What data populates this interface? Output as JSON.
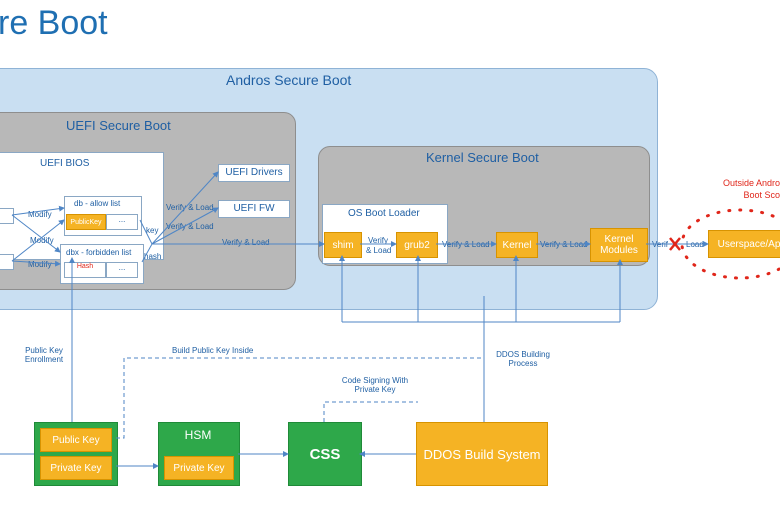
{
  "title": "re Boot",
  "andros": {
    "title": "Andros Secure Boot"
  },
  "uefi": {
    "title": "UEFI Secure Boot",
    "bios": "UEFI BIOS",
    "db_allow": "db - allow list",
    "public_key_small": "PublicKey",
    "ellipsis": "...",
    "dbx_forbidden": "dbx - forbidden list",
    "hash": "Hash",
    "modify": "Modify",
    "key": "key",
    "hash_label": "hash",
    "drivers": "UEFI Drivers",
    "fw": "UEFI FW",
    "verify_load": "Verify & Load"
  },
  "kernel": {
    "title": "Kernel Secure Boot",
    "os_loader": "OS Boot Loader",
    "shim": "shim",
    "grub2": "grub2",
    "kernel": "Kernel",
    "modules": "Kernel Modules",
    "verify_load": "Verify & Load",
    "verify_amp": "Verify",
    "amp_load": "& Load",
    "verif_cut": "Verif",
    "load_cut": "Load"
  },
  "outside": {
    "line1": "Outside Andro",
    "line2": "Boot Sco",
    "userspace": "Userspace/Ap"
  },
  "bottom": {
    "public_key_enrollment": "Public Key Enrollment",
    "build_public_key": "Build Public Key Inside",
    "ddos_process": "DDOS Building Process",
    "code_signing": "Code Signing With Private Key",
    "public_key": "Public Key",
    "private_key": "Private Key",
    "hsm": "HSM",
    "hsm_private": "Private Key",
    "css": "CSS",
    "ddos_build": "DDOS Build System"
  },
  "colors": {
    "accent_blue": "#1f6fb2",
    "orange": "#f5b324",
    "green": "#2ea84a",
    "red": "#e0261a"
  }
}
